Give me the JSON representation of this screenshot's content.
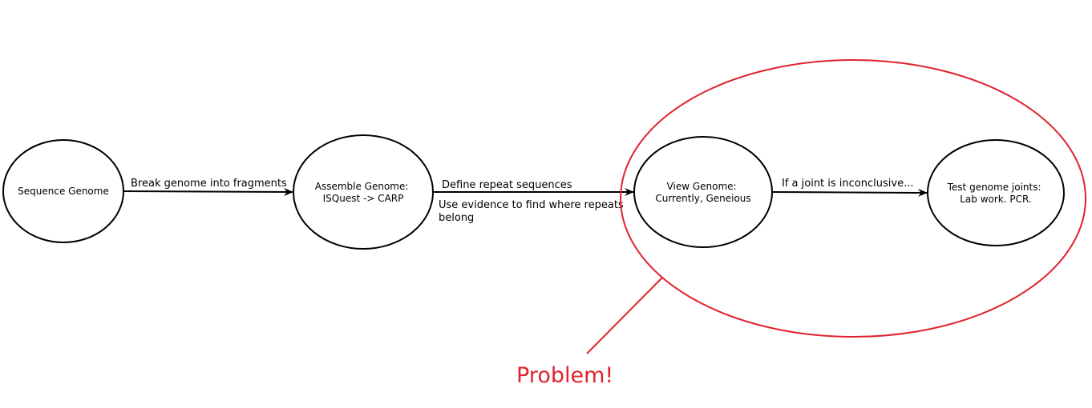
{
  "nodes": {
    "sequence": {
      "lines": [
        "Sequence Genome"
      ]
    },
    "assemble": {
      "lines": [
        "Assemble Genome:",
        "ISQuest -> CARP"
      ]
    },
    "view": {
      "lines": [
        "View Genome:",
        "Currently, Geneious"
      ]
    },
    "test": {
      "lines": [
        "Test genome joints:",
        "Lab work. PCR."
      ]
    }
  },
  "edges": {
    "break": {
      "label": "Break genome into fragments"
    },
    "define": {
      "label": "Define repeat sequences",
      "note_lines": [
        "Use evidence to find where repeats",
        "belong"
      ]
    },
    "joint": {
      "label": "If a joint is inconclusive..."
    }
  },
  "annotation": {
    "label": "Problem!",
    "color": "#e0222c"
  }
}
